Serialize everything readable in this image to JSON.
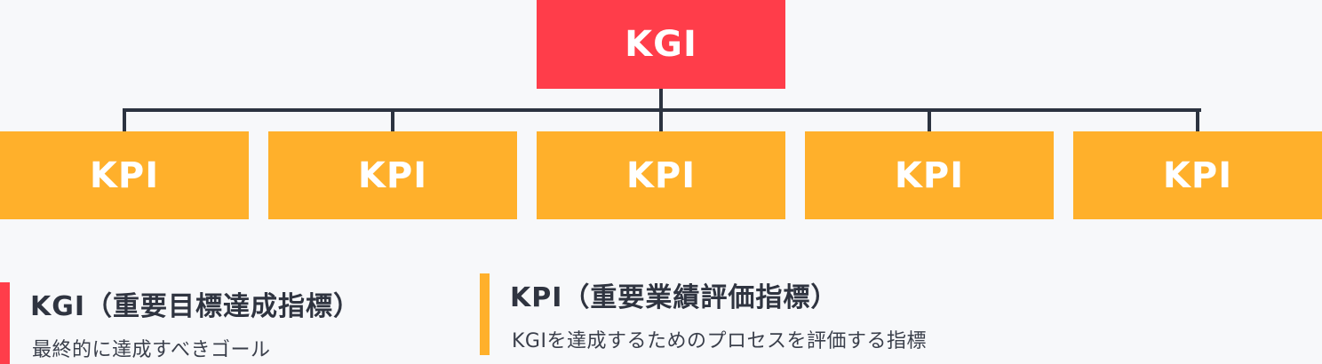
{
  "diagram": {
    "root": {
      "label": "KGI",
      "color": "#ff3d4a"
    },
    "children": [
      {
        "label": "KPI",
        "color": "#ffb02b"
      },
      {
        "label": "KPI",
        "color": "#ffb02b"
      },
      {
        "label": "KPI",
        "color": "#ffb02b"
      },
      {
        "label": "KPI",
        "color": "#ffb02b"
      },
      {
        "label": "KPI",
        "color": "#ffb02b"
      }
    ],
    "connector_color": "#2c3340"
  },
  "legend": {
    "kgi": {
      "title": "KGI（重要目標達成指標）",
      "description": "最終的に達成すべきゴール",
      "color": "#ff3d4a"
    },
    "kpi": {
      "title": "KPI（重要業績評価指標）",
      "description": "KGIを達成するためのプロセスを評価する指標",
      "color": "#ffb02b"
    }
  }
}
